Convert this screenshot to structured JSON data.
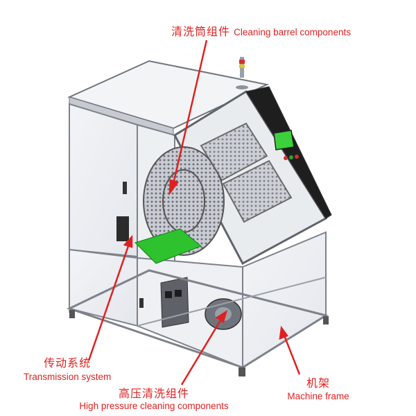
{
  "labels": {
    "barrel": {
      "zh": "清洗筒组件",
      "en": "Cleaning barrel components"
    },
    "transmission": {
      "zh": "传动系统",
      "en": "Transmission system"
    },
    "high_pressure": {
      "zh": "高压清洗组件",
      "en": "High pressure cleaning components"
    },
    "frame": {
      "zh": "机架",
      "en": "Machine frame"
    }
  },
  "colors": {
    "annotation": "#e02020",
    "frame_metal": "#b8bcc4",
    "panel_dark": "#1e1e1e",
    "screen": "#3cd13c",
    "green_part": "#2ec22e"
  }
}
